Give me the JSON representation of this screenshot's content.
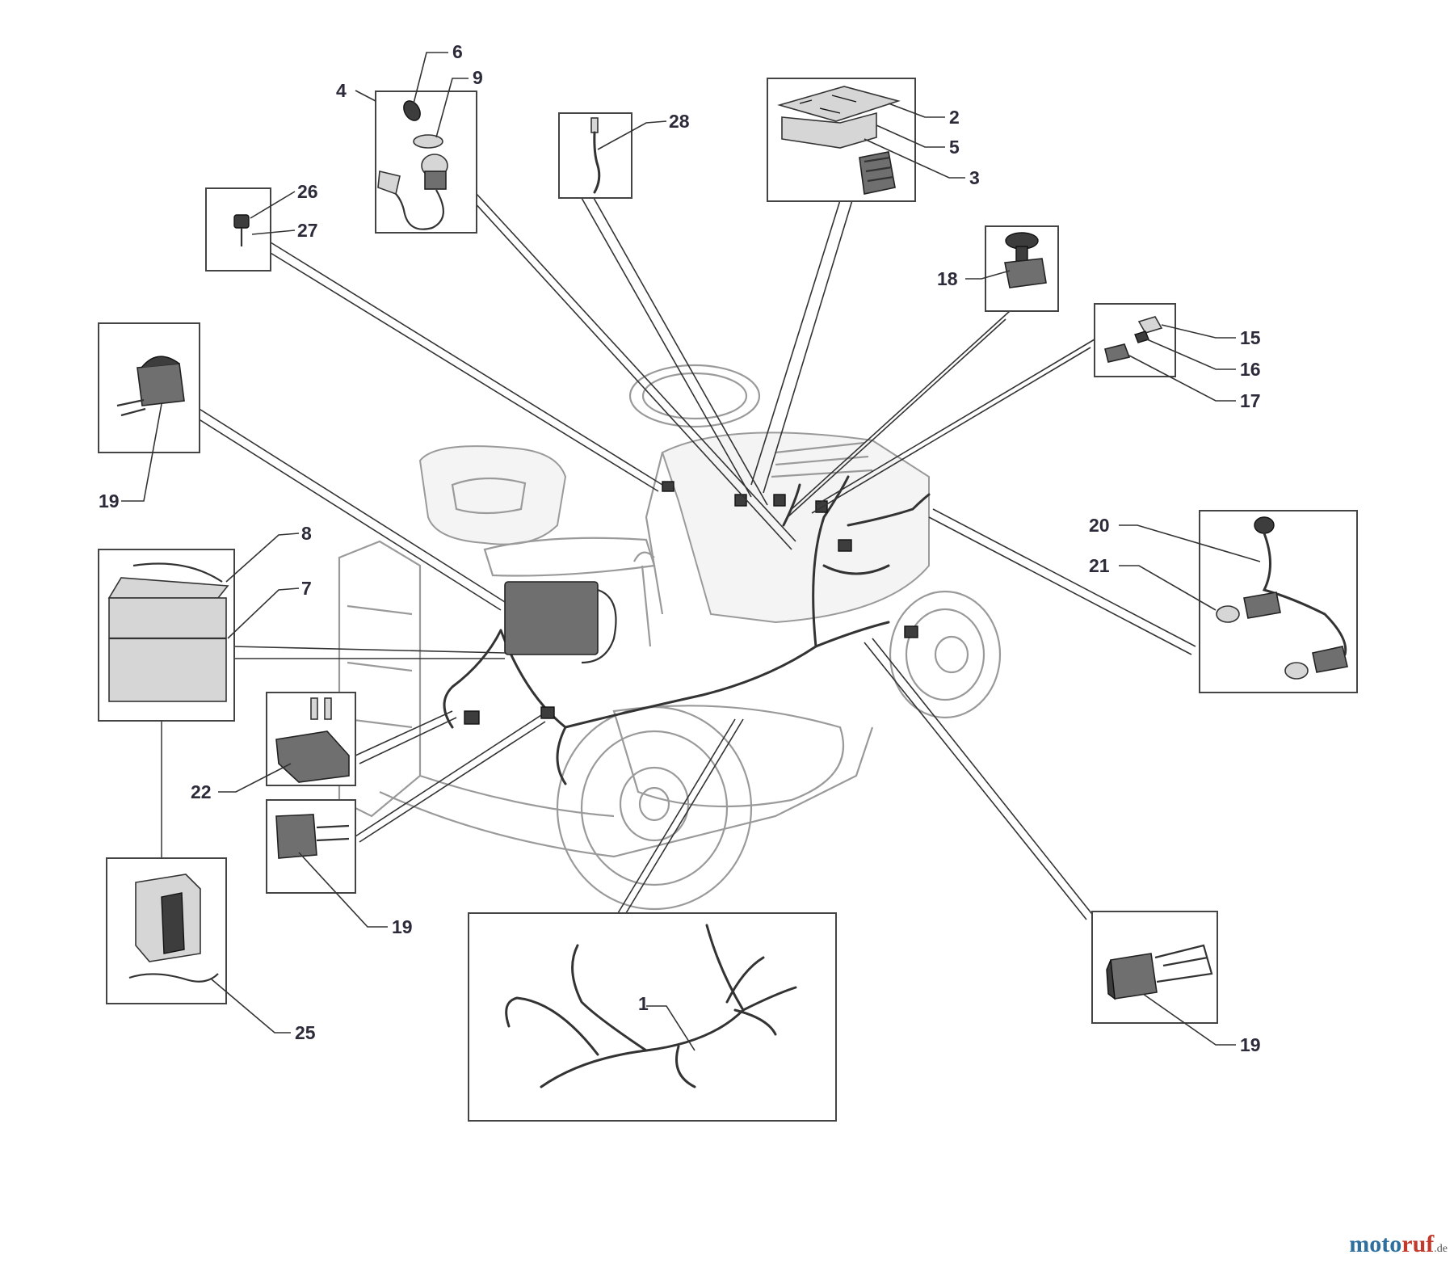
{
  "diagram": {
    "callouts": [
      {
        "id": "c6",
        "text": "6"
      },
      {
        "id": "c9",
        "text": "9"
      },
      {
        "id": "c4",
        "text": "4"
      },
      {
        "id": "c28",
        "text": "28"
      },
      {
        "id": "c2",
        "text": "2"
      },
      {
        "id": "c5",
        "text": "5"
      },
      {
        "id": "c3",
        "text": "3"
      },
      {
        "id": "c26",
        "text": "26"
      },
      {
        "id": "c27",
        "text": "27"
      },
      {
        "id": "c18",
        "text": "18"
      },
      {
        "id": "c15",
        "text": "15"
      },
      {
        "id": "c16",
        "text": "16"
      },
      {
        "id": "c17",
        "text": "17"
      },
      {
        "id": "c19a",
        "text": "19"
      },
      {
        "id": "c8",
        "text": "8"
      },
      {
        "id": "c7",
        "text": "7"
      },
      {
        "id": "c20",
        "text": "20"
      },
      {
        "id": "c21",
        "text": "21"
      },
      {
        "id": "c22",
        "text": "22"
      },
      {
        "id": "c19b",
        "text": "19"
      },
      {
        "id": "c1",
        "text": "1"
      },
      {
        "id": "c25",
        "text": "25"
      },
      {
        "id": "c19c",
        "text": "19"
      }
    ]
  },
  "watermark": {
    "brand": "moto",
    "accent": "ruf",
    "tld": ".de"
  }
}
